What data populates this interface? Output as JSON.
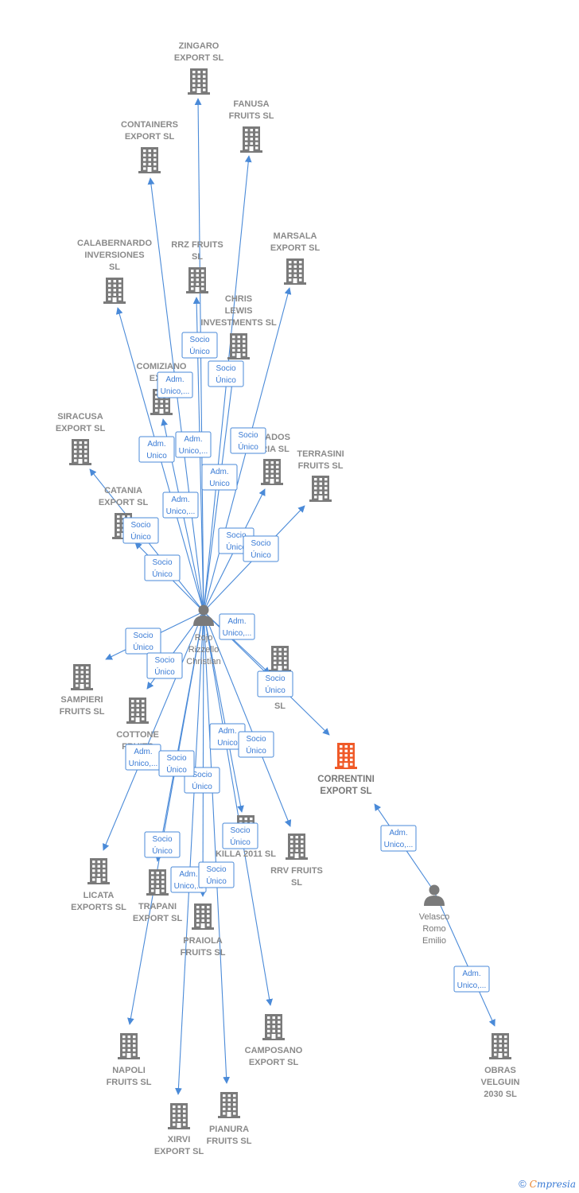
{
  "colors": {
    "edge": "#4a8ad8",
    "building": "#7a7a7a",
    "building_focus": "#f05a28",
    "person": "#7a7a7a"
  },
  "hub": {
    "id": "rojo",
    "lines": [
      "Rojo",
      "Rizzello",
      "Christian"
    ]
  },
  "second_person": {
    "id": "velasco",
    "lines": [
      "Velasco",
      "Romo",
      "Emilio"
    ]
  },
  "focus_company": {
    "id": "correntini",
    "lines": [
      "CORRENTINI",
      "EXPORT  SL"
    ]
  },
  "companies": [
    {
      "id": "zingaro",
      "lines": [
        "ZINGARO",
        "EXPORT  SL"
      ]
    },
    {
      "id": "fanusa",
      "lines": [
        "FANUSA",
        "FRUITS  SL"
      ]
    },
    {
      "id": "containers",
      "lines": [
        "CONTAINERS",
        "EXPORT  SL"
      ]
    },
    {
      "id": "calabernardo",
      "lines": [
        "CALABERNARDO",
        "INVERSIONES",
        "SL"
      ]
    },
    {
      "id": "rrzfruits",
      "lines": [
        "RRZ FRUITS",
        "SL"
      ]
    },
    {
      "id": "marsala",
      "lines": [
        "MARSALA",
        "EXPORT  SL"
      ]
    },
    {
      "id": "chris",
      "lines": [
        "CHRIS",
        "LEWIS",
        "INVESTMENTS SL"
      ]
    },
    {
      "id": "comiziano",
      "lines": [
        "COMIZIANO",
        "EXPO"
      ]
    },
    {
      "id": "siracusa",
      "lines": [
        "SIRACUSA",
        "EXPORT  SL"
      ]
    },
    {
      "id": "helados",
      "lines": [
        "ELADOS",
        "BRIA  SL"
      ]
    },
    {
      "id": "terrasini",
      "lines": [
        "TERRASINI",
        "FRUITS SL"
      ]
    },
    {
      "id": "catania",
      "lines": [
        "CATANIA",
        "EXPORT  SL"
      ]
    },
    {
      "id": "sampieri",
      "lines": [
        "SAMPIERI",
        "FRUITS  SL"
      ]
    },
    {
      "id": "cottone",
      "lines": [
        "COTTONE",
        "FRUITS"
      ]
    },
    {
      "id": "ezzi",
      "lines": [
        "ZI",
        "E",
        "SL"
      ]
    },
    {
      "id": "killa",
      "lines": [
        "KILLA 2011 SL"
      ]
    },
    {
      "id": "rrv",
      "lines": [
        "RRV FRUITS",
        "SL"
      ]
    },
    {
      "id": "licata",
      "lines": [
        "LICATA",
        "EXPORTS  SL"
      ]
    },
    {
      "id": "trapani",
      "lines": [
        "TRAPANI",
        "EXPORT  SL"
      ]
    },
    {
      "id": "praiola",
      "lines": [
        "PRAIOLA",
        "FRUITS  SL"
      ]
    },
    {
      "id": "napoli",
      "lines": [
        "NAPOLI",
        "FRUITS  SL"
      ]
    },
    {
      "id": "camposano",
      "lines": [
        "CAMPOSANO",
        "EXPORT  SL"
      ]
    },
    {
      "id": "xirvi",
      "lines": [
        "XIRVI",
        "EXPORT  SL"
      ]
    },
    {
      "id": "pianura",
      "lines": [
        "PIANURA",
        "FRUITS  SL"
      ]
    },
    {
      "id": "obras",
      "lines": [
        "OBRAS",
        "VELGUIN",
        "2030  SL"
      ]
    }
  ],
  "edges": [
    {
      "from": "rojo",
      "to": "zingaro",
      "label": [
        "Socio",
        "Único"
      ]
    },
    {
      "from": "rojo",
      "to": "fanusa",
      "label": [
        "Socio",
        "Único"
      ]
    },
    {
      "from": "rojo",
      "to": "containers",
      "label": [
        "Adm.",
        "Unico,..."
      ]
    },
    {
      "from": "rojo",
      "to": "calabernardo",
      "label": [
        "Adm.",
        "Unico"
      ]
    },
    {
      "from": "rojo",
      "to": "rrzfruits",
      "label": [
        "Adm.",
        "Unico"
      ]
    },
    {
      "from": "rojo",
      "to": "marsala",
      "label": [
        "Socio",
        "Único"
      ]
    },
    {
      "from": "rojo",
      "to": "comiziano",
      "label": [
        "Adm.",
        "Unico,..."
      ]
    },
    {
      "from": "rojo",
      "to": "chris",
      "label": [
        "Adm.",
        "Unico,..."
      ]
    },
    {
      "from": "rojo",
      "to": "siracusa",
      "label": [
        "Socio",
        "Único"
      ]
    },
    {
      "from": "rojo",
      "to": "catania",
      "label": [
        "Socio",
        "Único"
      ]
    },
    {
      "from": "rojo",
      "to": "helados",
      "label": [
        "Socio",
        "Único"
      ]
    },
    {
      "from": "rojo",
      "to": "terrasini",
      "label": [
        "Socio",
        "Único"
      ]
    },
    {
      "from": "rojo",
      "to": "correntini",
      "label": [
        "Adm.",
        "Unico,..."
      ]
    },
    {
      "from": "rojo",
      "to": "ezzi",
      "label": [
        "Socio",
        "Único"
      ]
    },
    {
      "from": "rojo",
      "to": "sampieri",
      "label": [
        "Socio",
        "Único"
      ]
    },
    {
      "from": "rojo",
      "to": "cottone",
      "label": [
        "Socio",
        "Único"
      ]
    },
    {
      "from": "rojo",
      "to": "licata",
      "label": [
        "Adm.",
        "Unico,..."
      ]
    },
    {
      "from": "rojo",
      "to": "trapani",
      "label": [
        "Socio",
        "Único"
      ]
    },
    {
      "from": "rojo",
      "to": "killa",
      "label": [
        "Adm.",
        "Unico"
      ]
    },
    {
      "from": "rojo",
      "to": "rrv",
      "label": [
        "Socio",
        "Único"
      ]
    },
    {
      "from": "rojo",
      "to": "praiola",
      "label": [
        "Socio",
        "Único"
      ]
    },
    {
      "from": "rojo",
      "to": "napoli",
      "label": [
        "Socio",
        "Único"
      ]
    },
    {
      "from": "rojo",
      "to": "camposano",
      "label": [
        "Socio",
        "Único"
      ]
    },
    {
      "from": "rojo",
      "to": "xirvi",
      "label": [
        "Adm.",
        "Unico,..."
      ]
    },
    {
      "from": "rojo",
      "to": "pianura",
      "label": [
        "Socio",
        "Único"
      ]
    },
    {
      "from": "velasco",
      "to": "correntini",
      "label": [
        "Adm.",
        "Unico,..."
      ]
    },
    {
      "from": "velasco",
      "to": "obras",
      "label": [
        "Adm.",
        "Unico,..."
      ]
    }
  ],
  "footer": {
    "copyright": "©",
    "brand_first": "C",
    "brand_rest": "mpresia"
  }
}
